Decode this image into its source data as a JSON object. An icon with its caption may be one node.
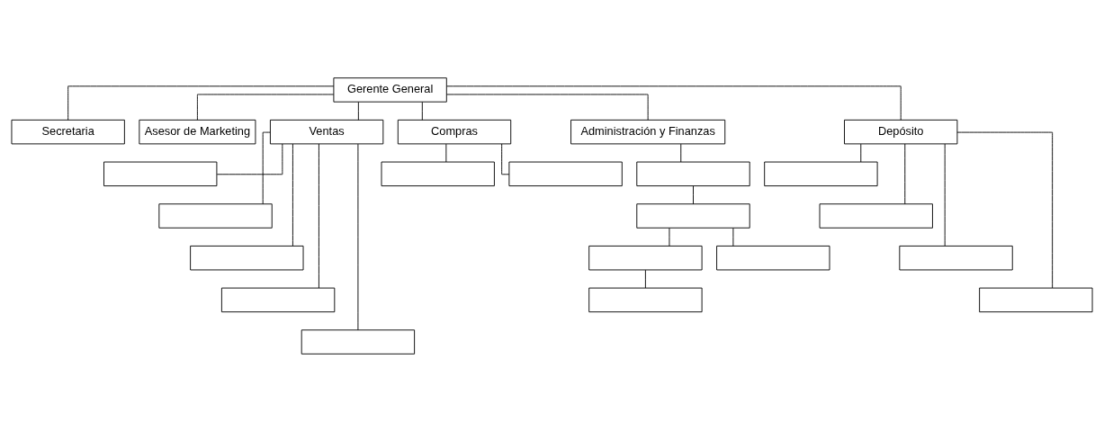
{
  "diagram": {
    "nodes": [
      {
        "text": [
          "Gerente General"
        ]
      },
      {
        "text": [
          "Secretaria"
        ]
      },
      {
        "text": [
          "Asesor de Marketing"
        ]
      },
      {
        "text": [
          "Ventas"
        ]
      },
      {
        "text": [
          "Compras"
        ]
      },
      {
        "text": [
          "Administración y Finanzas"
        ]
      },
      {
        "text": [
          "Depósito"
        ]
      },
      {
        "text": [],
        "shape": "box"
      },
      {
        "text": [],
        "shape": "box"
      },
      {
        "text": [],
        "shape": "box"
      },
      {
        "text": [],
        "shape": "box"
      },
      {
        "text": [],
        "shape": "box"
      },
      {
        "text": [],
        "shape": "box"
      },
      {
        "text": [],
        "shape": "box"
      },
      {
        "text": [],
        "shape": "box"
      },
      {
        "text": [],
        "shape": "box"
      },
      {
        "text": [],
        "shape": "box"
      },
      {
        "text": [],
        "shape": "box"
      },
      {
        "text": [],
        "shape": "box"
      },
      {
        "text": [],
        "shape": "box"
      },
      {
        "text": [],
        "shape": "box"
      },
      {
        "text": [],
        "shape": "box"
      },
      {
        "text": [],
        "shape": "box"
      }
    ],
    "edges": [
      {
        "from": 0,
        "to": 1,
        "arrow": "none"
      },
      {
        "from": 0,
        "to": 2,
        "arrow": "none"
      },
      {
        "from": 0,
        "to": 3,
        "arrow": "none"
      },
      {
        "from": 0,
        "to": 4,
        "arrow": "none"
      },
      {
        "from": 0,
        "to": 5,
        "arrow": "none"
      },
      {
        "from": 0,
        "to": 6,
        "arrow": "none"
      },
      {
        "from": 3,
        "to": 7,
        "arrow": "none"
      },
      {
        "from": 3,
        "to": 8,
        "arrow": "none"
      },
      {
        "from": 3,
        "to": 9,
        "arrow": "none"
      },
      {
        "from": 3,
        "to": 10,
        "arrow": "none"
      },
      {
        "from": 3,
        "to": 11,
        "arrow": "none"
      },
      {
        "from": 4,
        "to": 12,
        "arrow": "none"
      },
      {
        "from": 4,
        "to": 13,
        "arrow": "none"
      },
      {
        "from": 5,
        "to": 14,
        "arrow": "none"
      },
      {
        "from": 14,
        "to": 15,
        "arrow": "none"
      },
      {
        "from": 15,
        "to": 16,
        "arrow": "none"
      },
      {
        "from": 15,
        "to": 17,
        "arrow": "none"
      },
      {
        "from": 16,
        "to": 18,
        "arrow": "none"
      },
      {
        "from": 6,
        "to": 19,
        "arrow": "none"
      },
      {
        "from": 6,
        "to": 20,
        "arrow": "none"
      },
      {
        "from": 6,
        "to": 21,
        "arrow": "none"
      },
      {
        "from": 6,
        "to": 22,
        "arrow": "none"
      }
    ]
  }
}
